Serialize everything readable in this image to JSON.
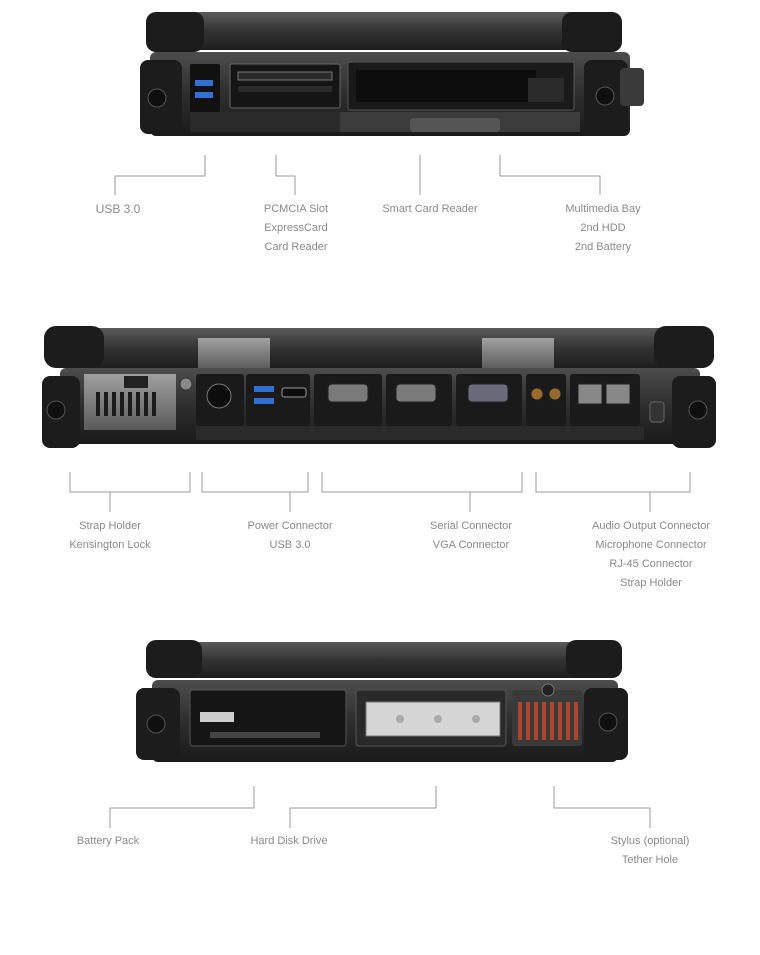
{
  "sections": [
    {
      "name": "front",
      "labels": [
        {
          "lines": [
            "USB 3.0"
          ]
        },
        {
          "lines": [
            "PCMCIA Slot",
            "ExpressCard",
            "Card Reader"
          ]
        },
        {
          "lines": [
            "Smart Card Reader"
          ]
        },
        {
          "lines": [
            "Multimedia Bay",
            "2nd HDD",
            "2nd Battery"
          ]
        }
      ]
    },
    {
      "name": "rear",
      "labels": [
        {
          "lines": [
            "Strap Holder",
            "Kensington Lock"
          ]
        },
        {
          "lines": [
            "Power Connector",
            "USB 3.0"
          ]
        },
        {
          "lines": [
            "Serial Connector",
            "VGA Connector"
          ]
        },
        {
          "lines": [
            "Audio Output Connector",
            "Microphone Connector",
            "RJ-45 Connector",
            "Strap Holder"
          ]
        }
      ]
    },
    {
      "name": "bottom",
      "labels": [
        {
          "lines": [
            "Battery Pack"
          ]
        },
        {
          "lines": [
            "Hard Disk Drive"
          ]
        },
        {
          "lines": [
            "Stylus (optional)",
            "Tether Hole"
          ]
        }
      ]
    }
  ],
  "colors": {
    "body_dark": "#2b2b2b",
    "body_mid": "#4a4a4a",
    "rubber": "#1c1c1c",
    "usb_blue": "#2f6fd6",
    "label_text": "#8a8a8a",
    "leader_line": "#9a9a9a",
    "stylus_red": "#b0442e"
  }
}
